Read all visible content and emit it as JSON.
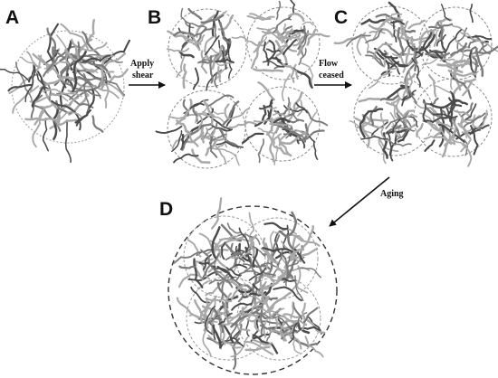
{
  "panels": [
    {
      "id": "A",
      "label": "A"
    },
    {
      "id": "B",
      "label": "B"
    },
    {
      "id": "C",
      "label": "C"
    },
    {
      "id": "D",
      "label": "D"
    }
  ],
  "transitions": [
    {
      "id": "shear",
      "line1": "Apply",
      "line2": "shear"
    },
    {
      "id": "flow",
      "line1": "Flow",
      "line2": "ceased"
    },
    {
      "id": "aging",
      "line1": "Aging",
      "line2": ""
    }
  ],
  "colors": {
    "fiber_dark": "#4a4a4a",
    "fiber_light": "#a8a8a8",
    "fiber_mid": "#7a7a7a",
    "cluster_outline": "#8a8a8a",
    "aggregate_outline": "#333333",
    "arrow": "#111111"
  }
}
